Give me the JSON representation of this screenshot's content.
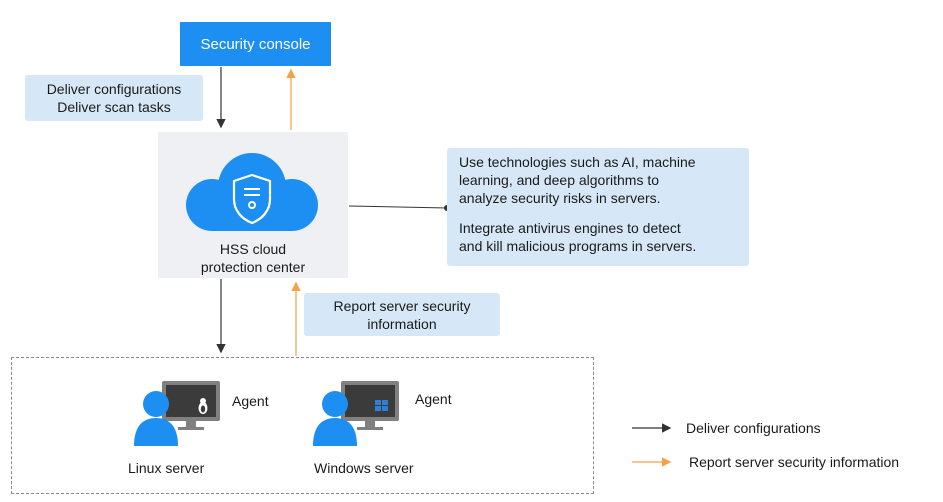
{
  "console": {
    "label": "Security console"
  },
  "deliver_note": {
    "line1": "Deliver configurations",
    "line2": "Deliver scan tasks"
  },
  "center": {
    "line1": "HSS cloud",
    "line2": "protection center"
  },
  "tech_note": {
    "para1_line1": "Use technologies such as AI, machine",
    "para1_line2": "learning, and deep algorithms to",
    "para1_line3": "analyze security risks in servers.",
    "para2_line1": "Integrate antivirus engines to detect",
    "para2_line2": "and kill malicious programs in servers."
  },
  "report_note": {
    "line1": "Report server security",
    "line2": "information"
  },
  "servers": {
    "linux": {
      "name": "Linux server",
      "agent": "Agent"
    },
    "windows": {
      "name": "Windows server",
      "agent": "Agent"
    }
  },
  "legend": {
    "deliver": "Deliver configurations",
    "report": "Report server security information"
  },
  "colors": {
    "console_bg": "#1e8ff2",
    "note_bg": "#d6e8f7",
    "deliver_arrow": "#333333",
    "report_arrow": "#f5a04a",
    "icon_blue": "#1e8ff2"
  }
}
